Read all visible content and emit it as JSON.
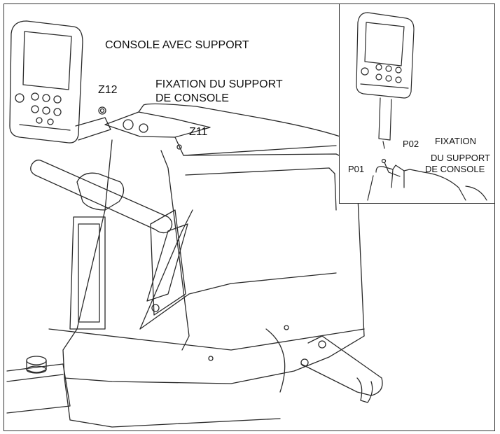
{
  "main": {
    "labels": {
      "console": "CONSOLE AVEC SUPPORT",
      "z12": "Z12",
      "fixation_line1": "FIXATION DU SUPPORT",
      "fixation_line2": "DE CONSOLE",
      "z11": "Z11"
    }
  },
  "inset": {
    "labels": {
      "p02": "P02",
      "p01": "P01",
      "fixation_line1": "FIXATION",
      "fixation_line2": "DU SUPPORT",
      "fixation_line3": "DE CONSOLE"
    }
  },
  "colors": {
    "line": "#2a2a2a",
    "background": "#ffffff"
  }
}
